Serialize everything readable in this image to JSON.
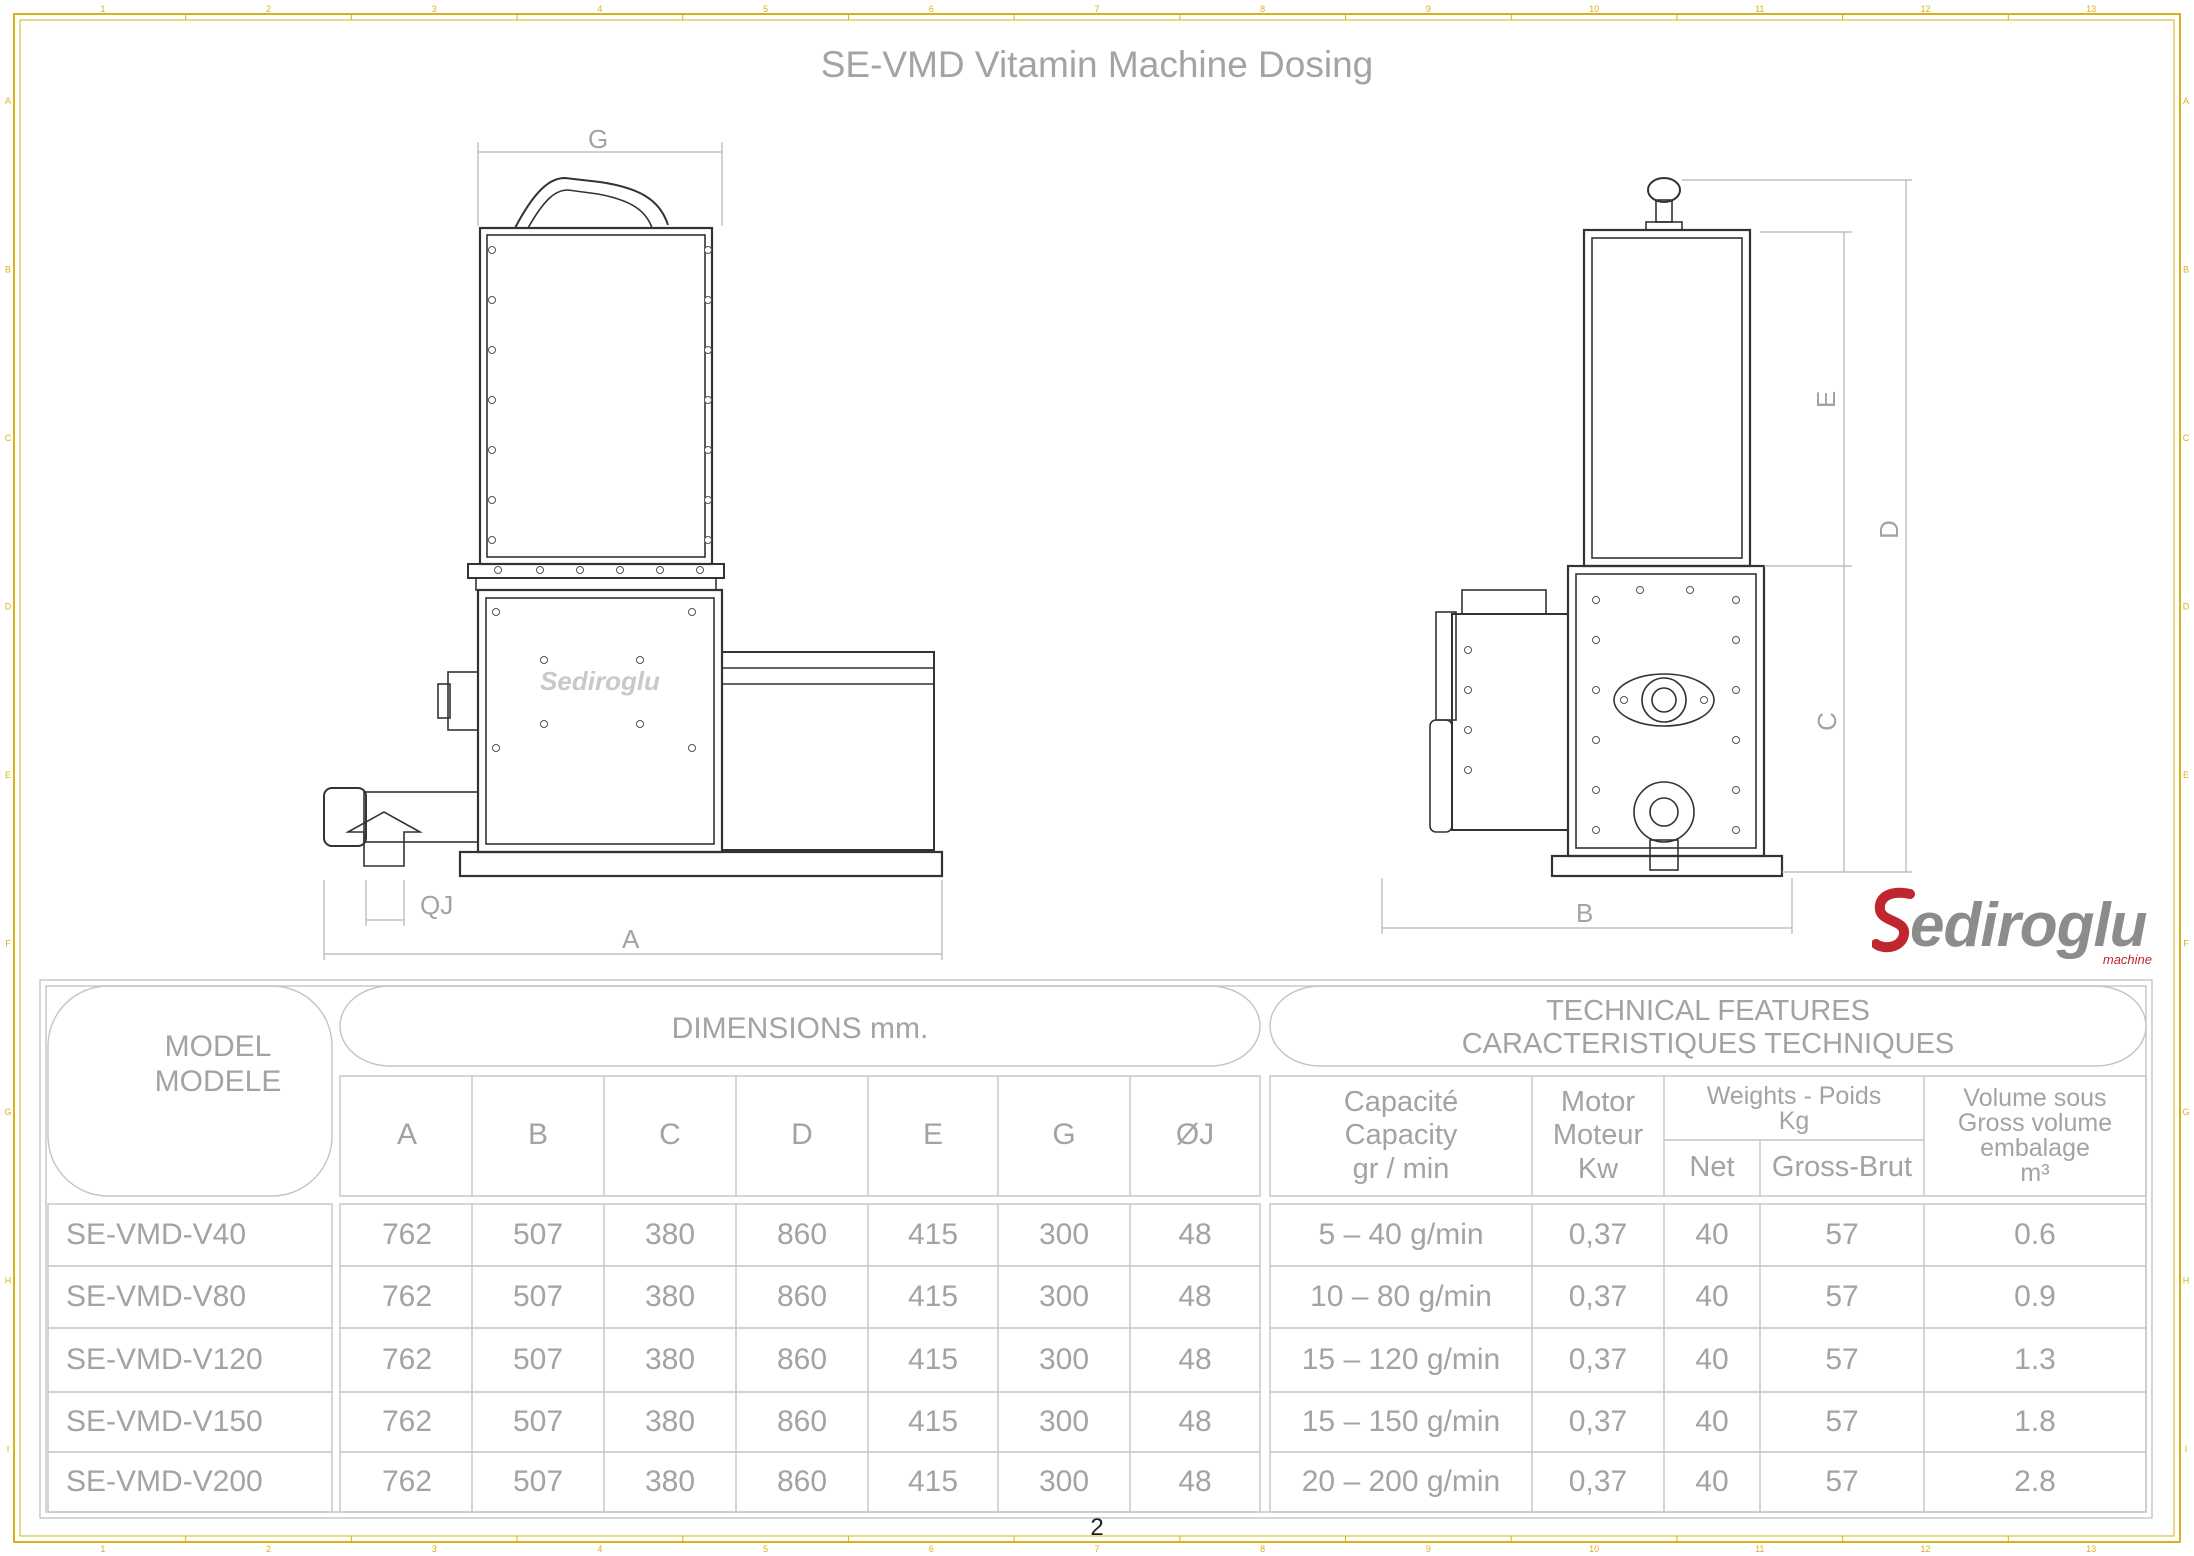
{
  "title": "SE-VMD Vitamin Machine Dosing",
  "page_number": "2",
  "dimension_labels": {
    "g": "G",
    "qj": "QJ",
    "a": "A",
    "b": "B",
    "c": "C",
    "d": "D",
    "e": "E"
  },
  "brand": {
    "name": "ediroglu",
    "initial": "S",
    "sub": "machine",
    "casting": "Sediroglu",
    "accent_color": "#c0262d"
  },
  "frame": {
    "color": "#d8b11b",
    "top_numbers": [
      "1",
      "2",
      "3",
      "4",
      "5",
      "6",
      "7",
      "8",
      "9",
      "10",
      "11",
      "12",
      "13"
    ],
    "side_letters": [
      "A",
      "B",
      "C",
      "D",
      "E",
      "F",
      "G",
      "H",
      "I"
    ]
  },
  "table": {
    "model_header": [
      "MODEL",
      "MODELE"
    ],
    "dimensions_header": "DIMENSIONS mm.",
    "technical_header": [
      "TECHNICAL FEATURES",
      "CARACTERISTIQUES TECHNIQUES"
    ],
    "dim_columns": [
      "A",
      "B",
      "C",
      "D",
      "E",
      "G",
      "ØJ"
    ],
    "capacity_header": [
      "Capacité",
      "Capacity",
      "gr / min"
    ],
    "motor_header": [
      "Motor",
      "Moteur",
      "Kw"
    ],
    "weights_header": [
      "Weights - Poids",
      "Kg"
    ],
    "net_header": "Net",
    "gross_header": "Gross-Brut",
    "volume_header": [
      "Volume sous",
      "Gross volume",
      "embalage",
      "m³"
    ],
    "rows": [
      {
        "model": "SE-VMD-V40",
        "a": "762",
        "b": "507",
        "c": "380",
        "d": "860",
        "e": "415",
        "g": "300",
        "j": "48",
        "capacity": "5 – 40 g/min",
        "motor": "0,37",
        "net": "40",
        "gross": "57",
        "volume": "0.6"
      },
      {
        "model": "SE-VMD-V80",
        "a": "762",
        "b": "507",
        "c": "380",
        "d": "860",
        "e": "415",
        "g": "300",
        "j": "48",
        "capacity": "10 – 80 g/min",
        "motor": "0,37",
        "net": "40",
        "gross": "57",
        "volume": "0.9"
      },
      {
        "model": "SE-VMD-V120",
        "a": "762",
        "b": "507",
        "c": "380",
        "d": "860",
        "e": "415",
        "g": "300",
        "j": "48",
        "capacity": "15 – 120 g/min",
        "motor": "0,37",
        "net": "40",
        "gross": "57",
        "volume": "1.3"
      },
      {
        "model": "SE-VMD-V150",
        "a": "762",
        "b": "507",
        "c": "380",
        "d": "860",
        "e": "415",
        "g": "300",
        "j": "48",
        "capacity": "15 – 150 g/min",
        "motor": "0,37",
        "net": "40",
        "gross": "57",
        "volume": "1.8"
      },
      {
        "model": "SE-VMD-V200",
        "a": "762",
        "b": "507",
        "c": "380",
        "d": "860",
        "e": "415",
        "g": "300",
        "j": "48",
        "capacity": "20 – 200 g/min",
        "motor": "0,37",
        "net": "40",
        "gross": "57",
        "volume": "2.8"
      }
    ]
  }
}
